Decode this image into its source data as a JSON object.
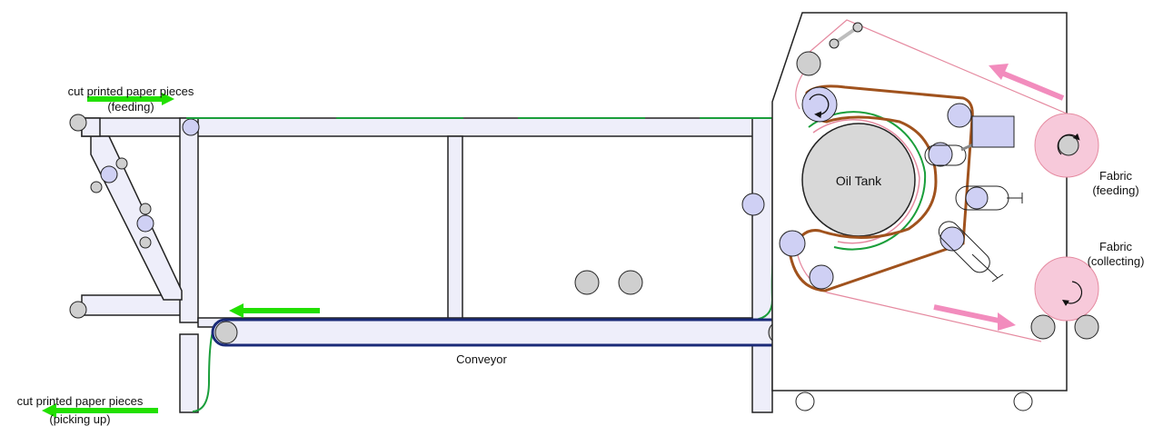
{
  "labels": {
    "feeding_line1": "cut printed paper pieces",
    "feeding_line2": "(feeding)",
    "picking_line1": "cut printed paper pieces",
    "picking_line2": "(picking up)",
    "conveyor": "Conveyor",
    "oil_tank": "Oil Tank",
    "fabric_feeding_line1": "Fabric",
    "fabric_feeding_line2": "(feeding)",
    "fabric_collecting_line1": "Fabric",
    "fabric_collecting_line2": "(collecting)"
  },
  "colors": {
    "frame_fill": "#eeeefa",
    "frame_stroke": "#222222",
    "roller_gray": "#cfcfcf",
    "roller_blue": "#cfd0f4",
    "paper_green": "#1a9e3a",
    "arrow_green": "#22e000",
    "belt_navy": "#1a2a78",
    "brown_belt": "#a0521d",
    "fabric_pink": "#e58aa0",
    "fabric_roll_pink": "#f7c9da",
    "arrow_pink": "#f28cbd",
    "oil_tank": "#d8d8d8"
  }
}
